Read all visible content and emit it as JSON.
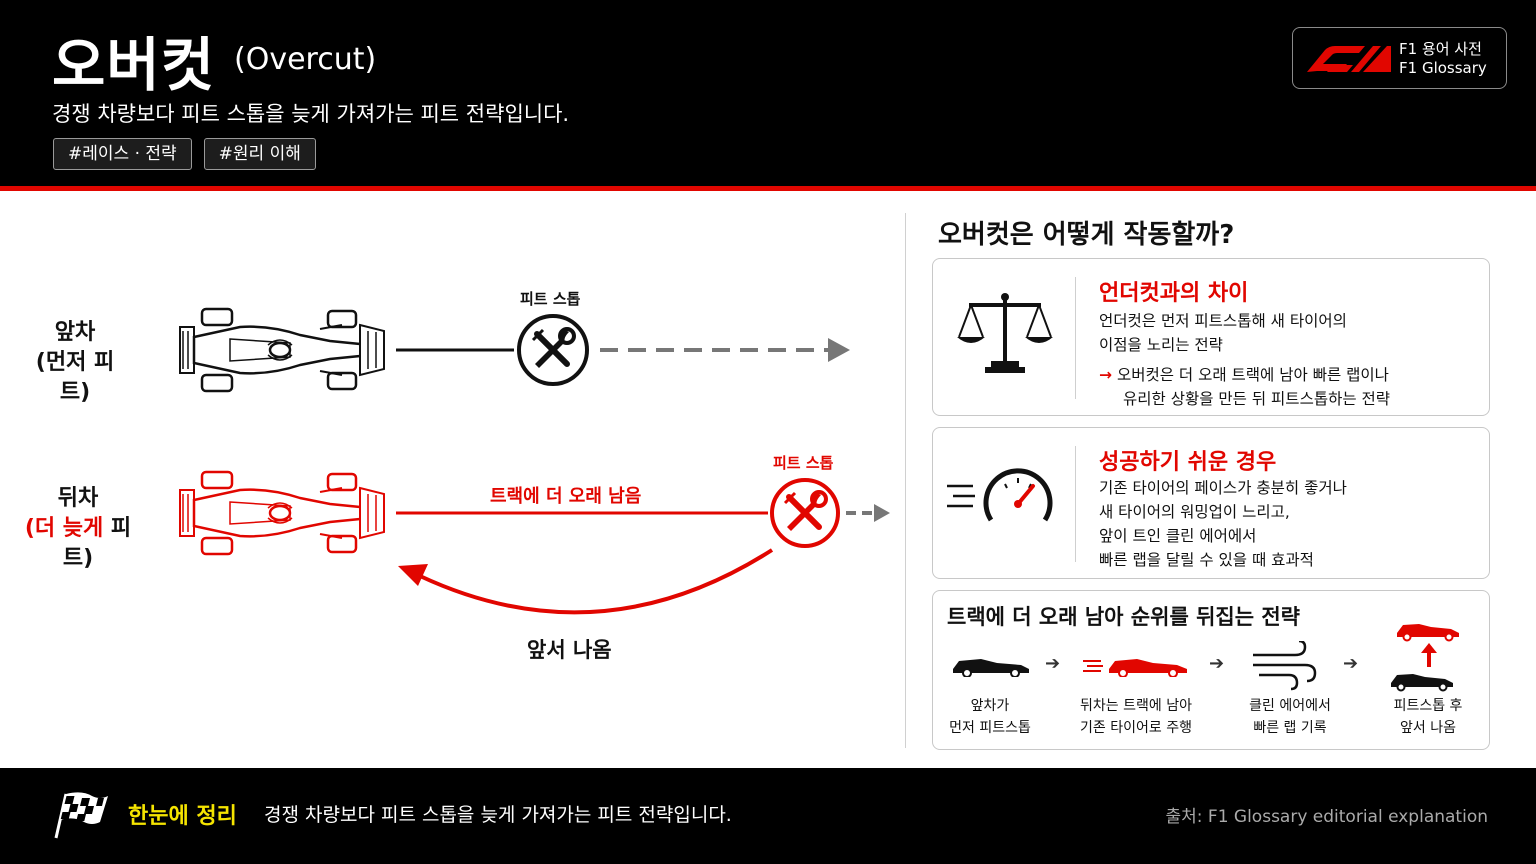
{
  "header": {
    "title": "오버컷",
    "title_en": "(Overcut)",
    "subtitle": "경쟁 차량보다 피트 스톱을 늦게 가져가는 피트 전략입니다.",
    "tags": [
      "#레이스 · 전략",
      "#원리 이해"
    ],
    "badge": {
      "line1": "F1 용어 사전",
      "line2": "F1 Glossary",
      "logo": "f1-logo-icon"
    }
  },
  "diagram": {
    "lead_car": {
      "label_line1": "앞차",
      "label_line2": "(먼저 피트)"
    },
    "trail_car": {
      "label_line1": "뒤차",
      "label_line2_red": "(더 늦게",
      "label_line2_rest": " 피트)"
    },
    "pit_stop_label_top": "피트 스톱",
    "pit_stop_label_bottom": "피트 스톱",
    "stay_out_label": "트랙에 더 오래 남음",
    "come_out_ahead_label": "앞서 나옴"
  },
  "panel": {
    "title": "오버컷은 어떻게 작동할까?",
    "card1": {
      "heading": "언더컷과의 차이",
      "line1": "언더컷은 먼저 피트스톱해 새 타이어의",
      "line2": "이점을 노리는 전략",
      "arrow": "→",
      "line3": "오버컷은 더 오래 트랙에 남아 빠른 랩이나",
      "line4": "유리한 상황을 만든 뒤 피트스톱하는 전략"
    },
    "card2": {
      "heading": "성공하기 쉬운 경우",
      "line1": "기존 타이어의 페이스가 충분히 좋거나",
      "line2": "새 타이어의 워밍업이 느리고,",
      "line3": "앞이 트인 클린 에어에서",
      "line4": "빠른 랩을 달릴 수 있을 때 효과적"
    },
    "card3": {
      "title": "트랙에 더 오래 남아 순위를 뒤집는 전략",
      "steps": [
        {
          "line1": "앞차가",
          "line2": "먼저 피트스톱"
        },
        {
          "line1": "뒤차는 트랙에 남아",
          "line2": "기존 타이어로 주행"
        },
        {
          "line1": "클린 에어에서",
          "line2": "빠른 랩 기록"
        },
        {
          "line1": "피트스톱 후",
          "line2": "앞서 나옴"
        }
      ]
    }
  },
  "footer": {
    "key": "한눈에 정리",
    "summary": "경쟁 차량보다 피트 스톱을 늦게 가져가는 피트 전략입니다.",
    "source": "출처: F1 Glossary editorial explanation"
  },
  "colors": {
    "accent": "#e10600",
    "highlight": "#f5e400",
    "dark": "#000000"
  }
}
